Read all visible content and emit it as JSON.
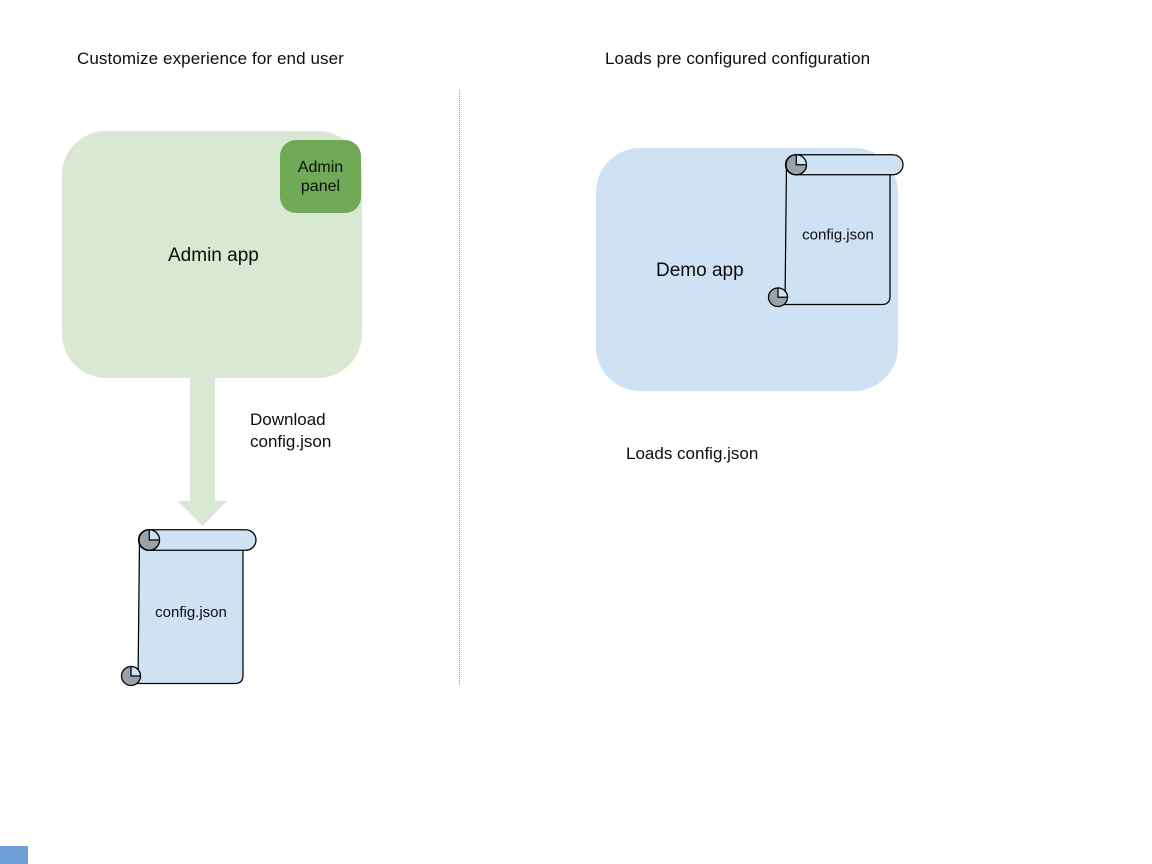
{
  "left_section": {
    "title": "Customize experience for end user",
    "admin_app_label": "Admin app",
    "admin_panel_label": "Admin\npanel",
    "arrow_label": "Download\nconfig.json",
    "config_file_label": "config.json"
  },
  "right_section": {
    "title": "Loads pre configured configuration",
    "demo_app_label": "Demo app",
    "config_file_label": "config.json",
    "caption": "Loads config.json"
  },
  "colors": {
    "light_green": "#d9e8d2",
    "dark_green": "#70aa57",
    "light_blue": "#cfe2f3",
    "curl_gray": "#9aa2ab",
    "divider_gray": "#999999",
    "corner_blue": "#6f9ed6"
  }
}
